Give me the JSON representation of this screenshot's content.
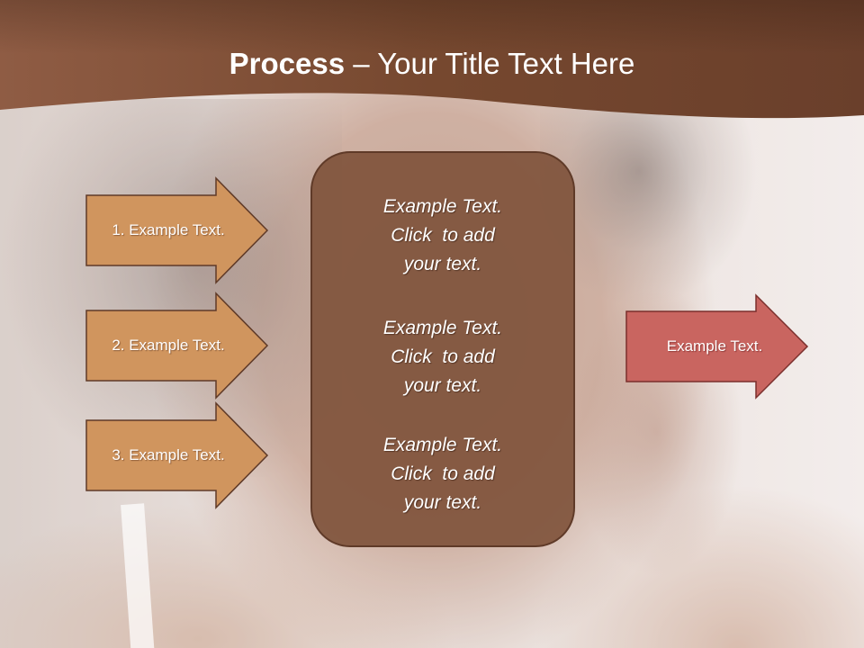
{
  "slide": {
    "title_bold": "Process",
    "title_rest": " – Your Title Text Here"
  },
  "steps": [
    {
      "label": "1. Example Text."
    },
    {
      "label": "2. Example Text."
    },
    {
      "label": "3. Example Text."
    }
  ],
  "center_box": {
    "blocks": [
      {
        "lines": [
          "Example Text.",
          "Click  to add",
          "your text."
        ]
      },
      {
        "lines": [
          "Example Text.",
          "Click  to add",
          "your text."
        ]
      },
      {
        "lines": [
          "Example Text.",
          "Click  to add",
          "your text."
        ]
      }
    ]
  },
  "output": {
    "label": "Example Text."
  },
  "colors": {
    "header": "#7a4a34",
    "step_arrow_fill": "#d0955e",
    "step_arrow_stroke": "#5f3a28",
    "center_box_fill": "#80543c",
    "output_arrow_fill": "#c96560",
    "output_arrow_stroke": "#7a2f2c"
  }
}
